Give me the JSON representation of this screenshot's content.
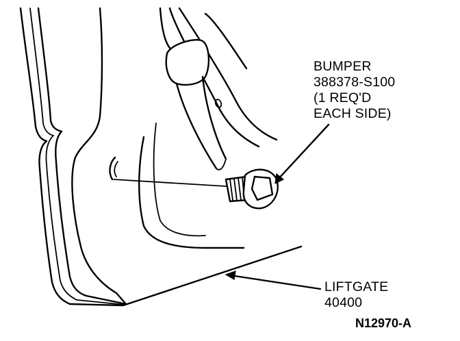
{
  "callouts": {
    "bumper": {
      "lines": [
        "BUMPER",
        "388378-S100",
        "(1 REQ'D",
        "EACH SIDE)"
      ]
    },
    "liftgate": {
      "lines": [
        "LIFTGATE",
        "40400"
      ]
    }
  },
  "figure_id": "N12970-A",
  "colors": {
    "ink": "#000000",
    "paper": "#ffffff"
  }
}
